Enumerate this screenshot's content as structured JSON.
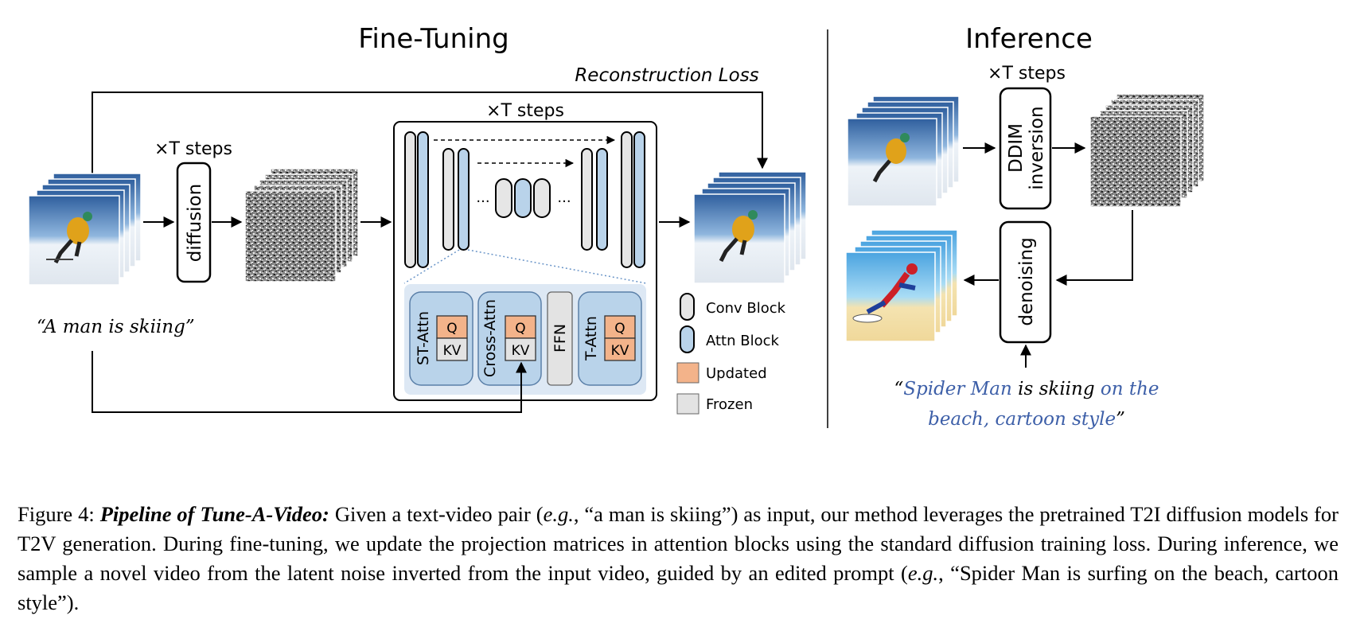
{
  "finetune": {
    "title": "Fine-Tuning",
    "reconstruction_loss": "Reconstruction Loss",
    "steps_outer": "×T steps",
    "steps_diffusion": "×T steps",
    "diffusion_label": "diffusion",
    "prompt": "“A man is skiing”",
    "dots": "...",
    "attn_blocks": [
      {
        "name": "ST-Attn",
        "q": "Q",
        "kv": "KV",
        "q_state": "updated",
        "kv_state": "frozen"
      },
      {
        "name": "Cross-Attn",
        "q": "Q",
        "kv": "KV",
        "q_state": "updated",
        "kv_state": "frozen"
      },
      {
        "name": "FFN"
      },
      {
        "name": "T-Attn",
        "q": "Q",
        "kv": "KV",
        "q_state": "updated",
        "kv_state": "updated"
      }
    ]
  },
  "legend": {
    "conv_block": "Conv Block",
    "attn_block": "Attn Block",
    "updated": "Updated",
    "frozen": "Frozen"
  },
  "inference": {
    "title": "Inference",
    "steps": "×T steps",
    "ddim_line1": "DDIM",
    "ddim_line2": "inversion",
    "denoising": "denoising",
    "prompt_open": "“",
    "prompt_spider": "Spider Man",
    "prompt_mid": " is skiing ",
    "prompt_beach1": "on the",
    "prompt_beach2": "beach, cartoon style",
    "prompt_close": "”"
  },
  "caption": {
    "label": "Figure 4:",
    "title": "Pipeline of Tune-A-Video:",
    "part1": " Given a text-video pair (",
    "eg1": "e.g.",
    "part2": ", “a man is skiing”) as input, our method leverages the pretrained T2I diffusion models for T2V generation.  During fine-tuning, we update the projection matrices in attention blocks using the standard diffusion training loss. During inference, we sample a novel video from the latent noise inverted from the input video, guided by an edited prompt (",
    "eg2": "e.g.",
    "part3": ", “Spider Man is surfing on the beach, cartoon style”)."
  },
  "colors": {
    "attn_fill": "#b9d3ea",
    "attn_stroke": "#5a7fa8",
    "updated_fill": "#f3b38a",
    "frozen_fill": "#e3e3e3",
    "conv_fill": "#e6e6e6",
    "prompt_blue": "#3d5fa8"
  }
}
